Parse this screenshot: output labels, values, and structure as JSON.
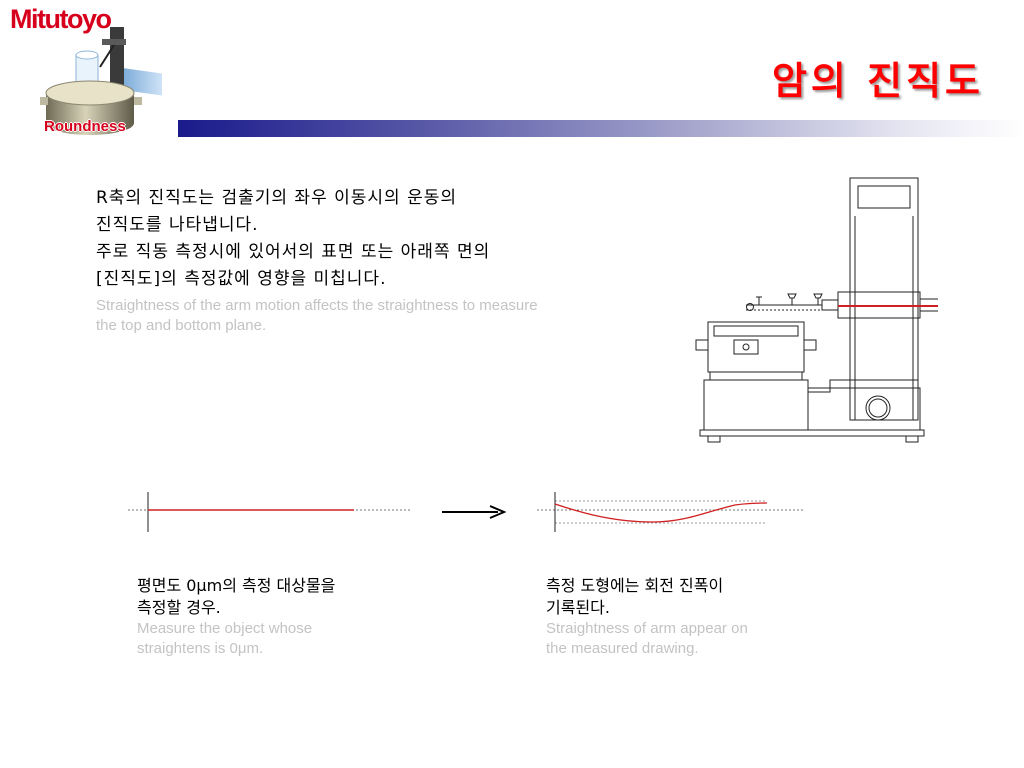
{
  "logo": {
    "brand": "Mitutoyo",
    "tag": "Roundness"
  },
  "slide": {
    "title": "암의 진직도"
  },
  "body": {
    "korean_lines": [
      "R축의 진직도는 검출기의 좌우 이동시의 운동의",
      "진직도를 나타냅니다.",
      "주로 직동 측정시에 있어서의 표면 또는 아래쪽 면의",
      "[진직도]의 측정값에 영향을 미칩니다."
    ],
    "english_lines": [
      "Straightness of the arm motion affects the straightness to measure",
      "the top and bottom plane."
    ]
  },
  "captions": {
    "left": {
      "korean_lines": [
        "평면도 0μm의 측정 대상물을",
        "측정할 경우."
      ],
      "english_lines": [
        "Measure the object whose",
        "straightens is 0μm."
      ]
    },
    "right": {
      "korean_lines": [
        "측정 도형에는 회전 진폭이",
        "기록된다."
      ],
      "english_lines": [
        "Straightness of arm appear on",
        "the measured drawing."
      ]
    }
  },
  "colors": {
    "title": "#ff0000",
    "brand": "#d7001c",
    "trace": "#d02020",
    "subtext": "#c3c3c3"
  }
}
